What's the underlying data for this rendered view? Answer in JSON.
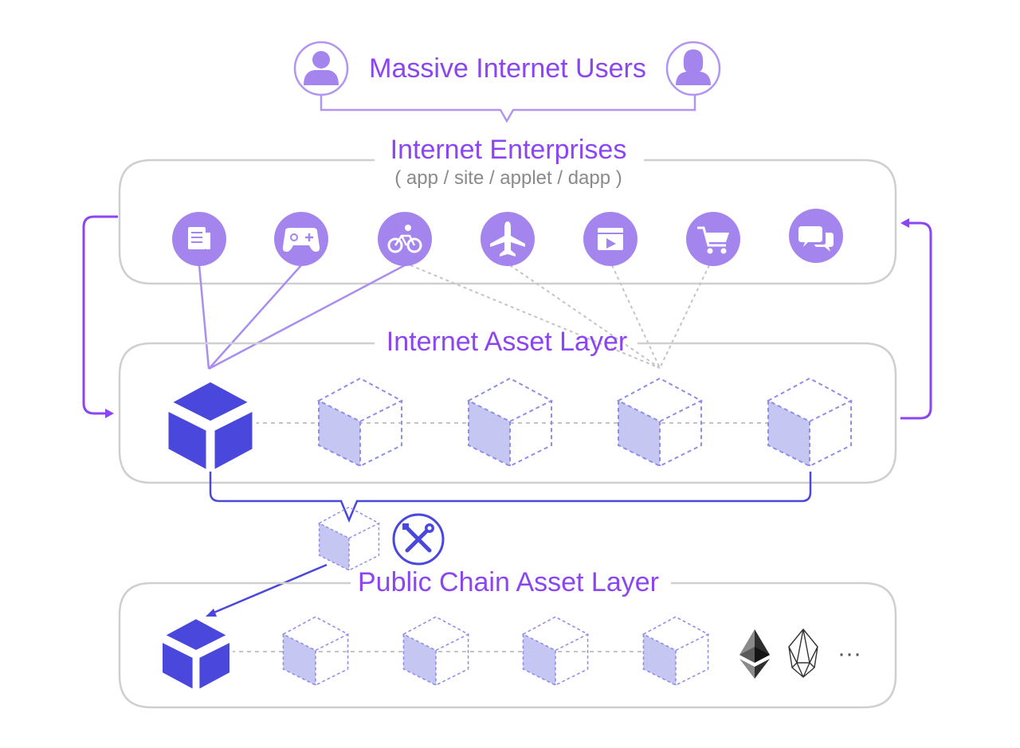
{
  "users": {
    "title": "Massive Internet Users"
  },
  "enterprises": {
    "title": "Internet Enterprises",
    "subtitle": "( app / site / applet / dapp )",
    "apps": [
      {
        "icon": "news-icon"
      },
      {
        "icon": "gamepad-icon"
      },
      {
        "icon": "bicycle-icon"
      },
      {
        "icon": "airplane-icon"
      },
      {
        "icon": "video-icon"
      },
      {
        "icon": "shopping-cart-icon"
      },
      {
        "icon": "chat-icon"
      }
    ]
  },
  "asset_layer": {
    "title": "Internet Asset Layer"
  },
  "public_chain_layer": {
    "title": "Public Chain Asset Layer",
    "chains": [
      {
        "icon": "ethereum-icon"
      },
      {
        "icon": "eos-icon"
      }
    ],
    "more": "···"
  },
  "tool": {
    "icon": "tools-icon"
  },
  "colors": {
    "purple": "#8b45f2",
    "light_purple": "#a98ef0",
    "blue": "#4a48dc",
    "cube_face": "#c6c6f2",
    "frame_gray": "#cfcfcf",
    "icon_circle": "#a485ee"
  }
}
